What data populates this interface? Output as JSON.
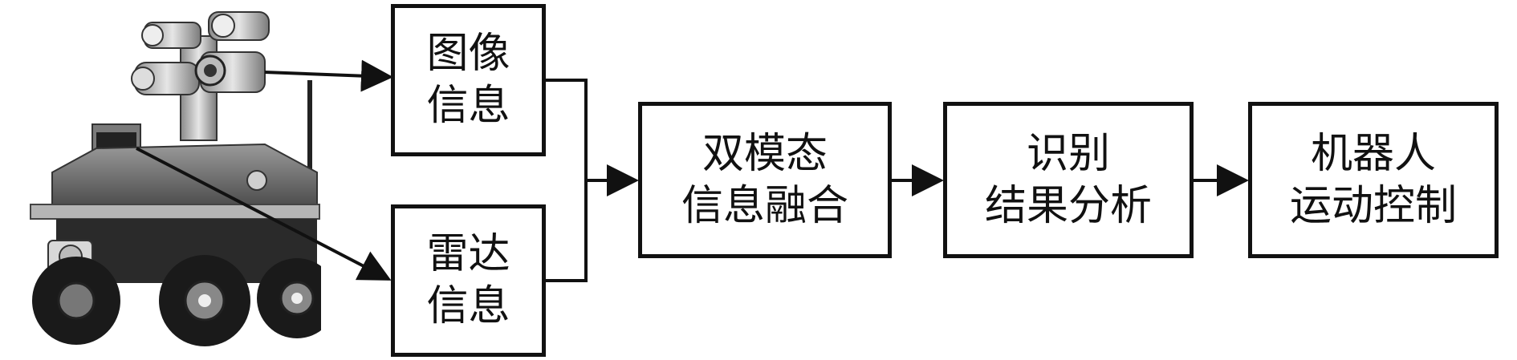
{
  "diagram": {
    "inputs": {
      "image_info": {
        "line1": "图像",
        "line2": "信息"
      },
      "radar_info": {
        "line1": "雷达",
        "line2": "信息"
      }
    },
    "fusion": {
      "line1": "双模态",
      "line2": "信息融合"
    },
    "analysis": {
      "line1": "识别",
      "line2": "结果分析"
    },
    "control": {
      "line1": "机器人",
      "line2": "运动控制"
    },
    "colors": {
      "line": "#111111",
      "box_border": "#111111",
      "robot_body": "#6a6a6a",
      "robot_dark": "#1e1e1e"
    }
  }
}
